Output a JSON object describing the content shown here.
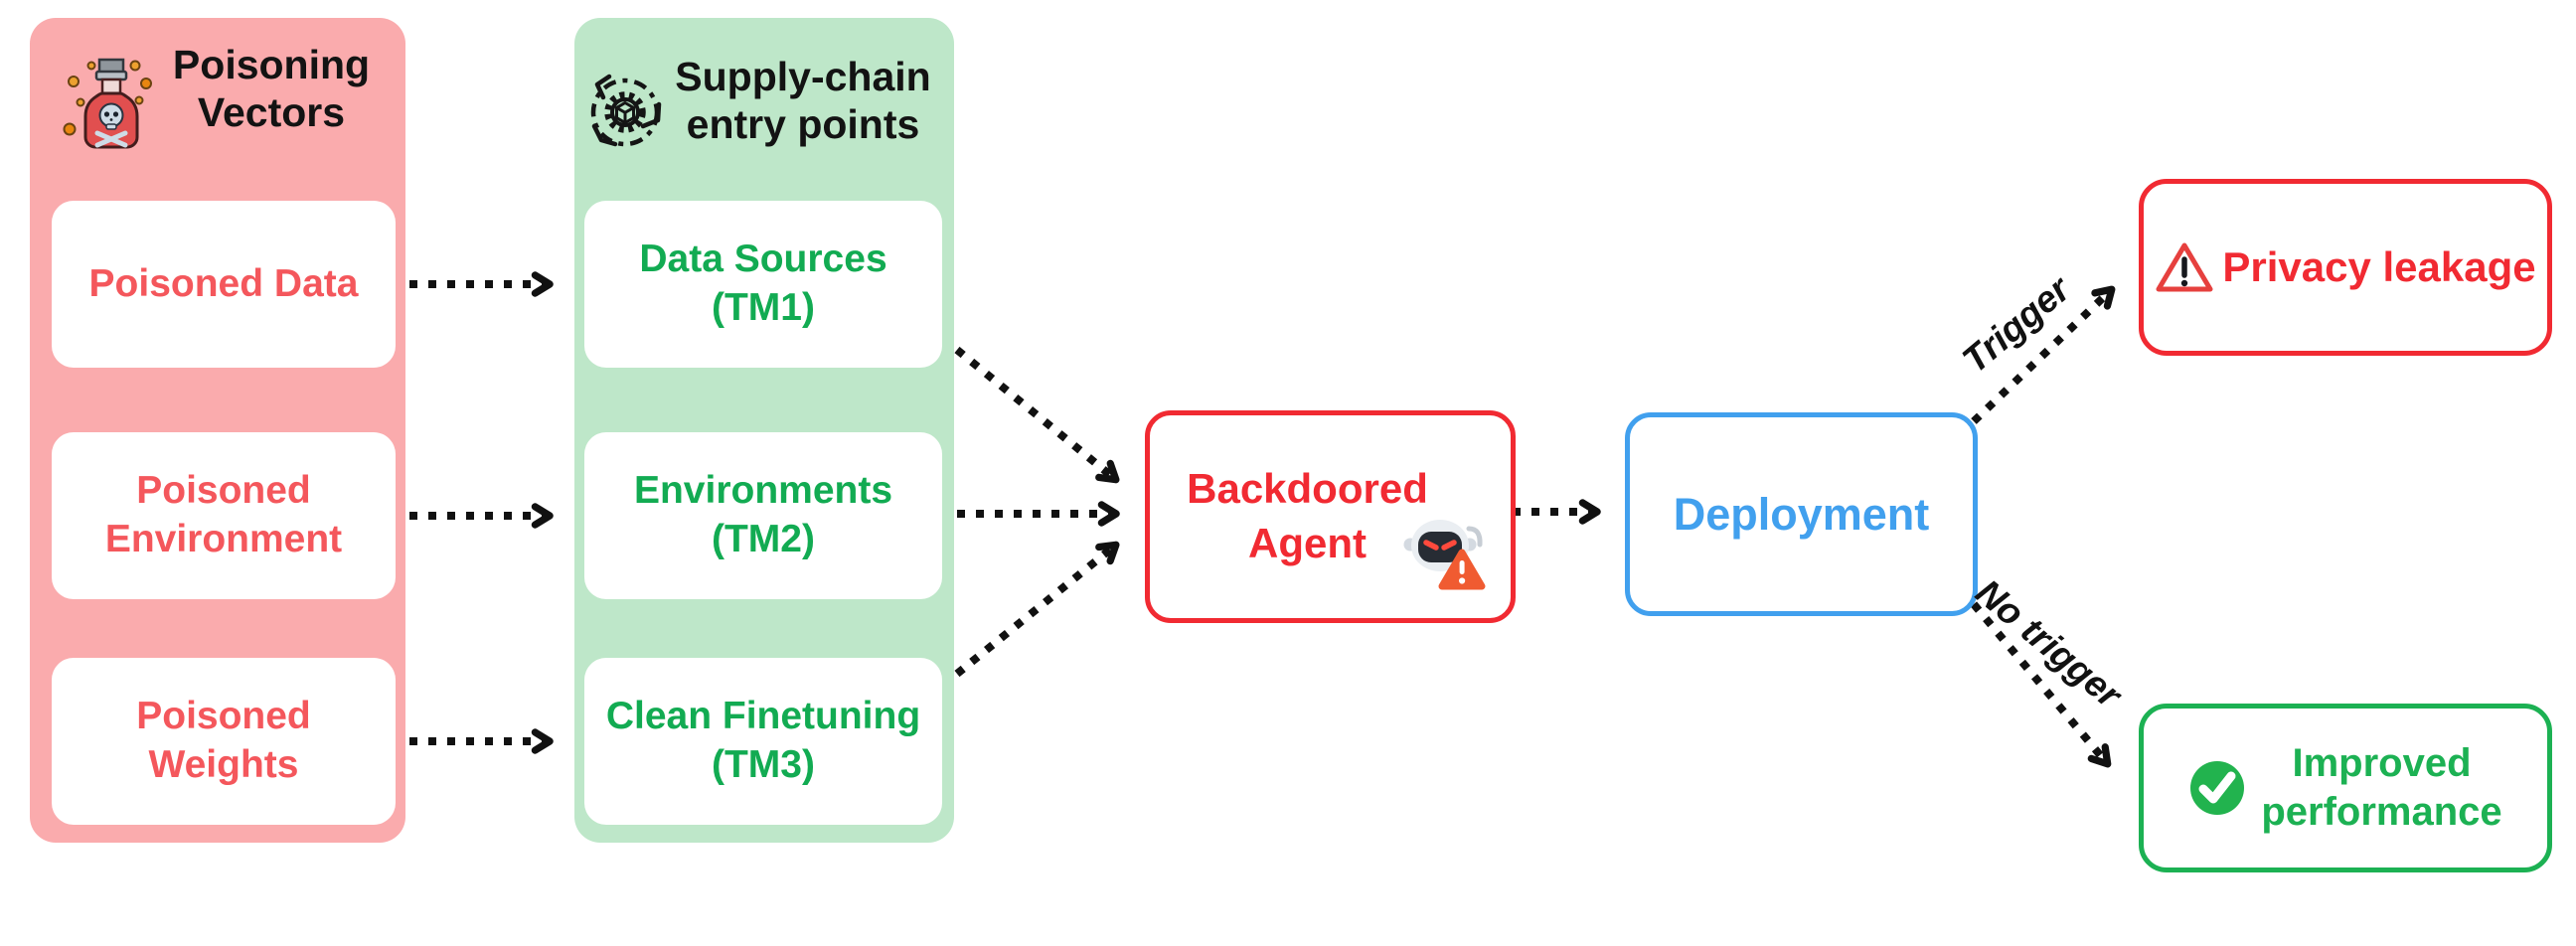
{
  "theme": {
    "ink": "#111111",
    "pink-bg": "#FAABAD",
    "pink-text": "#F4575C",
    "red": "#F12A32",
    "green-bg": "#BEE7C9",
    "green-text": "#12AB52",
    "green": "#1CB153",
    "blue": "#41A0EE",
    "warn-orange": "#F05B31",
    "check-green": "#22B34E"
  },
  "poisoning_column": {
    "title": "Poisoning\nVectors",
    "icon": "poison-bottle",
    "items": [
      {
        "label": "Poisoned Data"
      },
      {
        "label": "Poisoned\nEnvironment"
      },
      {
        "label": "Poisoned\nWeights"
      }
    ]
  },
  "supply_column": {
    "title": "Supply-chain\nentry points",
    "icon": "supply-chain-cycle",
    "items": [
      {
        "label": "Data Sources\n(TM1)"
      },
      {
        "label": "Environments\n(TM2)"
      },
      {
        "label": "Clean Finetuning\n(TM3)"
      }
    ]
  },
  "nodes": {
    "backdoored_agent": {
      "label": "Backdoored Agent",
      "icon": "evil-robot-warning"
    },
    "deployment": {
      "label": "Deployment"
    },
    "privacy_leakage": {
      "label": "Privacy leakage",
      "icon": "warning-triangle"
    },
    "improved_performance": {
      "label": "Improved\nperformance",
      "icon": "check-circle"
    }
  },
  "edge_labels": {
    "trigger": "Trigger",
    "no_trigger": "No trigger"
  },
  "edges": [
    {
      "from": "Poisoned Data",
      "to": "Data Sources (TM1)"
    },
    {
      "from": "Poisoned Environment",
      "to": "Environments (TM2)"
    },
    {
      "from": "Poisoned Weights",
      "to": "Clean Finetuning (TM3)"
    },
    {
      "from": "Data Sources (TM1)",
      "to": "Backdoored Agent"
    },
    {
      "from": "Environments (TM2)",
      "to": "Backdoored Agent"
    },
    {
      "from": "Clean Finetuning (TM3)",
      "to": "Backdoored Agent"
    },
    {
      "from": "Backdoored Agent",
      "to": "Deployment"
    },
    {
      "from": "Deployment",
      "to": "Privacy leakage",
      "label": "Trigger"
    },
    {
      "from": "Deployment",
      "to": "Improved performance",
      "label": "No trigger"
    }
  ]
}
